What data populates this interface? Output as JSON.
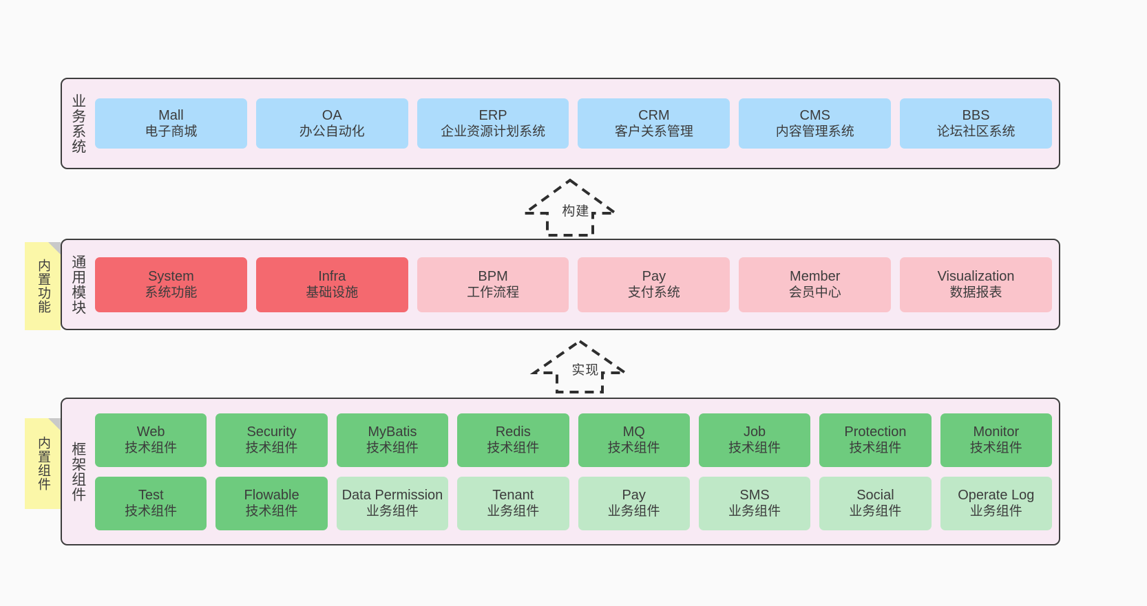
{
  "diagram": {
    "background_color": "#fafafa",
    "layer_fill": "#f8eaf4",
    "layer_border": "#3d3d3d",
    "note_color": "#fbf7a8",
    "colors": {
      "business": "#addcfc",
      "module_core": "#f4696f",
      "module_optional": "#fac4cb",
      "framework_tech": "#6ecb7e",
      "framework_business": "#bfe8c7"
    }
  },
  "layers": [
    {
      "id": "business-system",
      "title": "业务系统",
      "rows": [
        {
          "cards": [
            {
              "name": "Mall",
              "desc": "电子商城",
              "style": "c-blue"
            },
            {
              "name": "OA",
              "desc": "办公自动化",
              "style": "c-blue"
            },
            {
              "name": "ERP",
              "desc": "企业资源计划系统",
              "style": "c-blue"
            },
            {
              "name": "CRM",
              "desc": "客户关系管理",
              "style": "c-blue"
            },
            {
              "name": "CMS",
              "desc": "内容管理系统",
              "style": "c-blue"
            },
            {
              "name": "BBS",
              "desc": "论坛社区系统",
              "style": "c-blue"
            }
          ]
        }
      ]
    },
    {
      "id": "common-modules",
      "title": "通用模块",
      "rows": [
        {
          "cards": [
            {
              "name": "System",
              "desc": "系统功能",
              "style": "c-red"
            },
            {
              "name": "Infra",
              "desc": "基础设施",
              "style": "c-red"
            },
            {
              "name": "BPM",
              "desc": "工作流程",
              "style": "c-pink"
            },
            {
              "name": "Pay",
              "desc": "支付系统",
              "style": "c-pink"
            },
            {
              "name": "Member",
              "desc": "会员中心",
              "style": "c-pink"
            },
            {
              "name": "Visualization",
              "desc": "数据报表",
              "style": "c-pink"
            }
          ]
        }
      ]
    },
    {
      "id": "framework-components",
      "title": "框架组件",
      "rows": [
        {
          "cards": [
            {
              "name": "Web",
              "desc": "技术组件",
              "style": "c-green"
            },
            {
              "name": "Security",
              "desc": "技术组件",
              "style": "c-green"
            },
            {
              "name": "MyBatis",
              "desc": "技术组件",
              "style": "c-green"
            },
            {
              "name": "Redis",
              "desc": "技术组件",
              "style": "c-green"
            },
            {
              "name": "MQ",
              "desc": "技术组件",
              "style": "c-green"
            },
            {
              "name": "Job",
              "desc": "技术组件",
              "style": "c-green"
            },
            {
              "name": "Protection",
              "desc": "技术组件",
              "style": "c-green"
            },
            {
              "name": "Monitor",
              "desc": "技术组件",
              "style": "c-green"
            }
          ]
        },
        {
          "cards": [
            {
              "name": "Test",
              "desc": "技术组件",
              "style": "c-green"
            },
            {
              "name": "Flowable",
              "desc": "技术组件",
              "style": "c-green"
            },
            {
              "name": "Data Permission",
              "desc": "业务组件",
              "style": "c-lightgreen"
            },
            {
              "name": "Tenant",
              "desc": "业务组件",
              "style": "c-lightgreen"
            },
            {
              "name": "Pay",
              "desc": "业务组件",
              "style": "c-lightgreen"
            },
            {
              "name": "SMS",
              "desc": "业务组件",
              "style": "c-lightgreen"
            },
            {
              "name": "Social",
              "desc": "业务组件",
              "style": "c-lightgreen"
            },
            {
              "name": "Operate Log",
              "desc": "业务组件",
              "style": "c-lightgreen"
            }
          ]
        }
      ]
    }
  ],
  "notes": [
    {
      "id": "builtin-functions",
      "label": "内置功能"
    },
    {
      "id": "builtin-components",
      "label": "内置组件"
    }
  ],
  "arrows": [
    {
      "id": "build",
      "label": "构建"
    },
    {
      "id": "implement",
      "label": "实现"
    }
  ]
}
